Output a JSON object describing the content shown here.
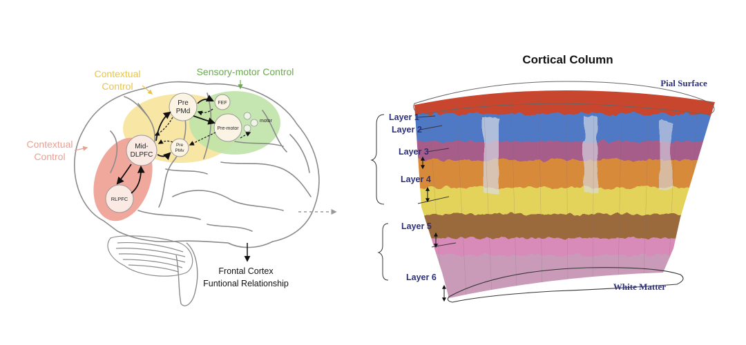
{
  "brain": {
    "label_contextual_top": [
      "Contextual",
      "Control"
    ],
    "label_sensory_motor": "Sensory-motor Control",
    "label_contextual_left": [
      "Contextual",
      "Control"
    ],
    "nodes": {
      "pre_pmd": [
        "Pre",
        "PMd"
      ],
      "fef": "FEF",
      "premotor": "Pre-motor",
      "motor": "motor",
      "mid_dlpfc": [
        "Mid-",
        "DLPFC"
      ],
      "pre_pmv": [
        "Pre",
        "PMv"
      ],
      "rlpfc": "RLPFC"
    },
    "caption": [
      "Frontal Cortex",
      "Funtional Relationship"
    ],
    "colors": {
      "yellow_region": "#f7e39a",
      "green_region": "#bfe3a8",
      "red_region": "#ee9f92",
      "yellow_label": "#e8c548",
      "green_label": "#6aa84f",
      "red_label": "#e9a090"
    }
  },
  "column": {
    "title": "Cortical Column",
    "pial_surface": "Pial Surface",
    "white_matter": "White Matter",
    "layers": [
      "Layer 1",
      "Layer 2",
      "Layer 3",
      "Layer 4",
      "Layer 5",
      "Layer 6"
    ],
    "colors": {
      "label_navy": "#2c2f7a",
      "layer1": "#c8452e",
      "layer2": "#4f79c4",
      "layer3": "#a65d8a",
      "layer4": "#d88a3a",
      "layer5_yellow": "#e3d35a",
      "layer5_brown": "#9a6a3c",
      "layer6": "#d88ab8"
    }
  }
}
